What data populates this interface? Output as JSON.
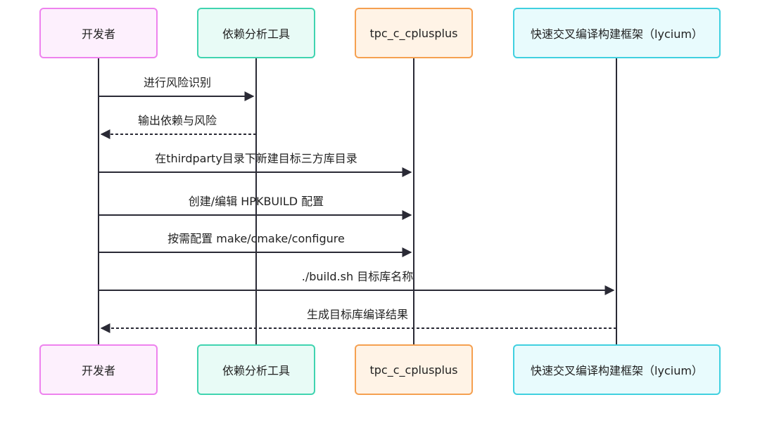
{
  "participants": [
    {
      "label": "开发者",
      "fill": "#fdf0fd",
      "stroke": "#ee82ee"
    },
    {
      "label": "依赖分析工具",
      "fill": "#e8fbf6",
      "stroke": "#40d4b0"
    },
    {
      "label": "tpc_c_cplusplus",
      "fill": "#fff3e6",
      "stroke": "#f5a050"
    },
    {
      "label": "快速交叉编译构建框架（lycium）",
      "fill": "#e8fbfd",
      "stroke": "#40d0e0"
    }
  ],
  "messages": [
    {
      "from": 0,
      "to": 1,
      "label": "进行风险识别",
      "style": "solid"
    },
    {
      "from": 1,
      "to": 0,
      "label": "输出依赖与风险",
      "style": "dashed"
    },
    {
      "from": 0,
      "to": 2,
      "label": "在thirdparty目录下新建目标三方库目录",
      "style": "solid"
    },
    {
      "from": 0,
      "to": 2,
      "label": "创建/编辑 HPKBUILD 配置",
      "style": "solid"
    },
    {
      "from": 0,
      "to": 2,
      "label": "按需配置 make/cmake/configure",
      "style": "solid"
    },
    {
      "from": 0,
      "to": 3,
      "label": "./build.sh 目标库名称",
      "style": "solid"
    },
    {
      "from": 3,
      "to": 0,
      "label": "生成目标库编译结果",
      "style": "dashed"
    }
  ]
}
